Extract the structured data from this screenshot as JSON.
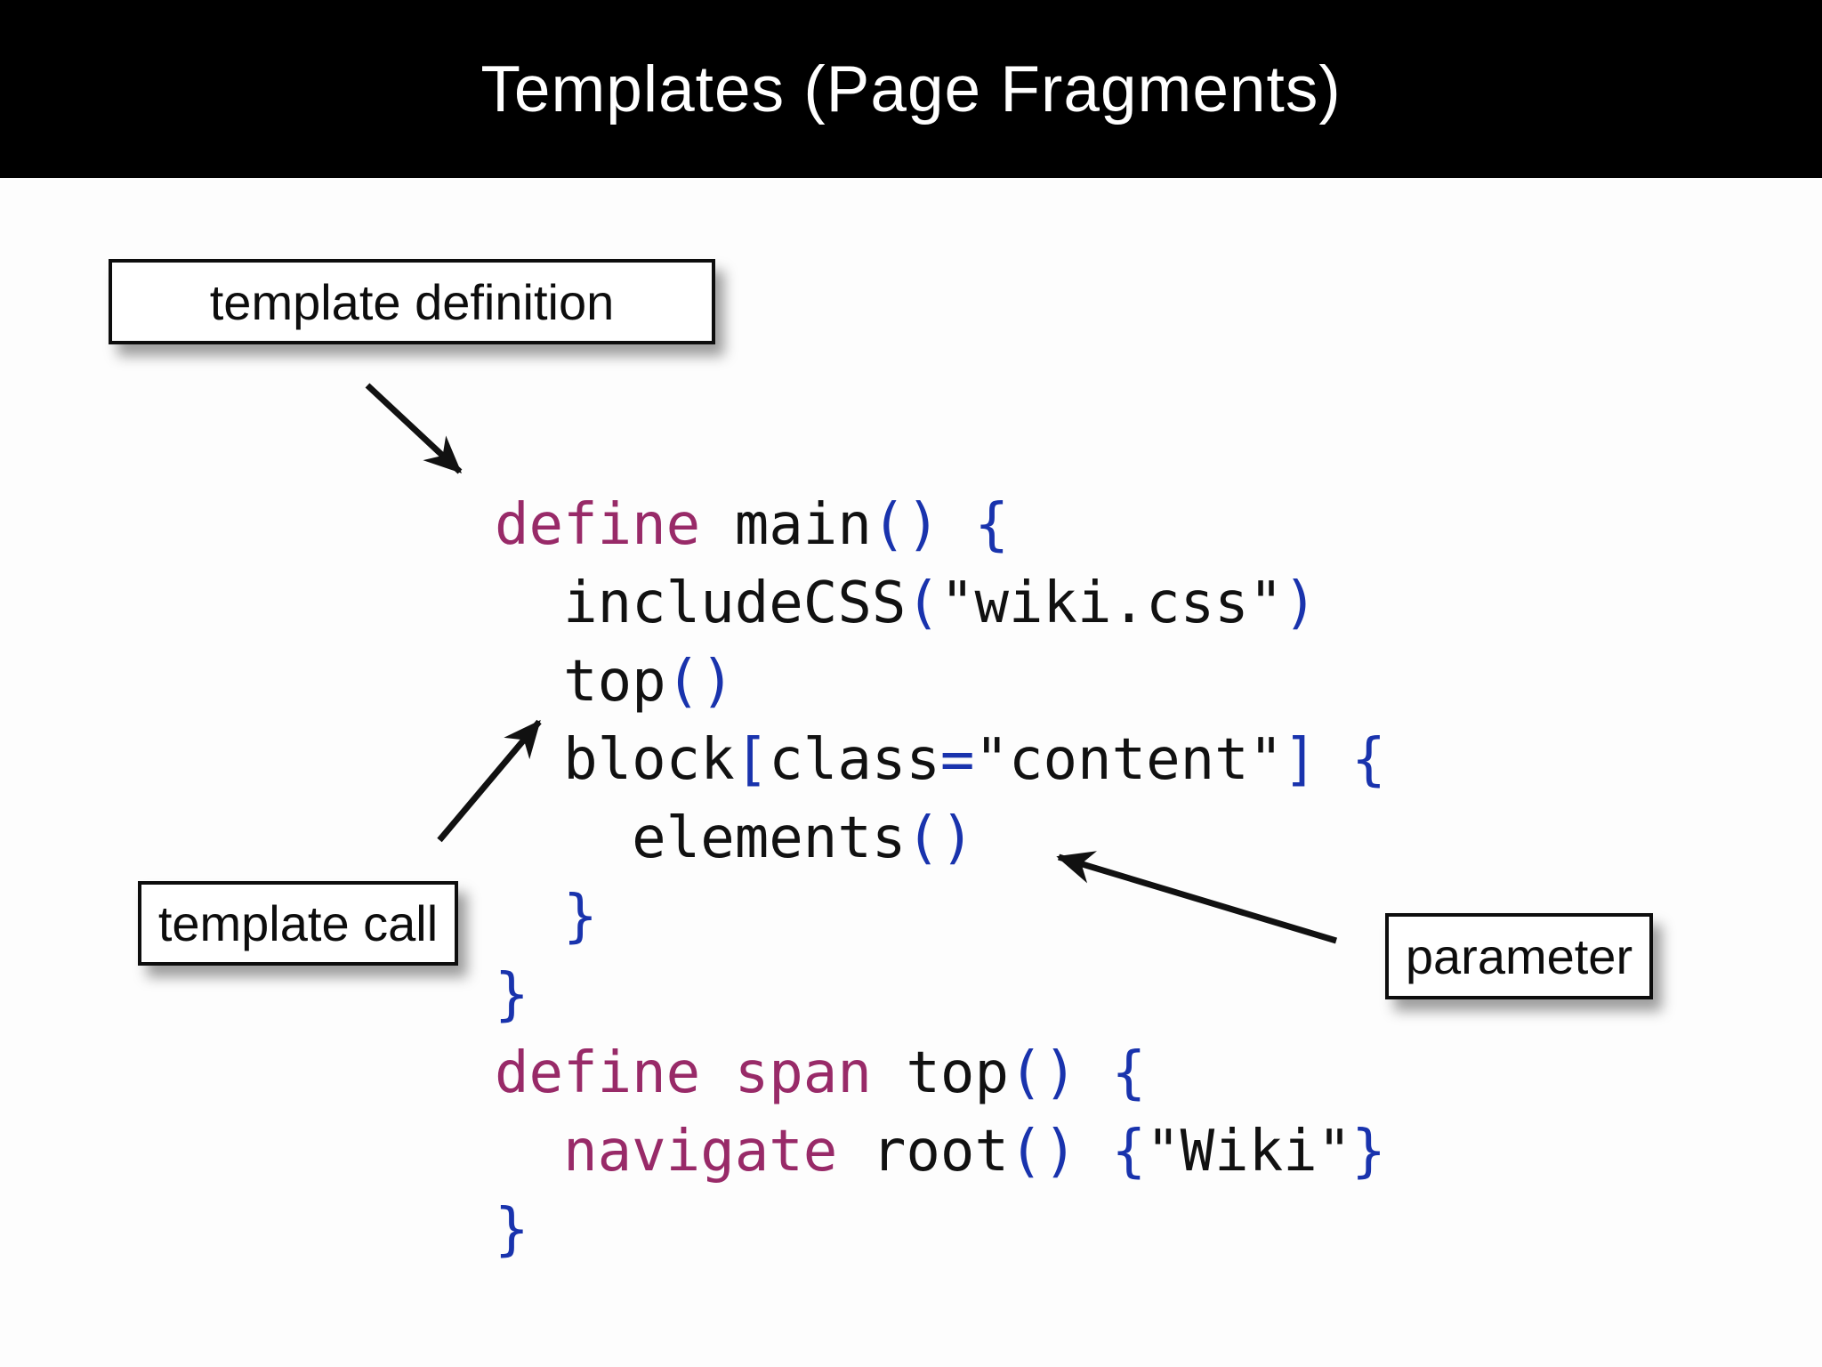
{
  "title": "Templates (Page Fragments)",
  "colors": {
    "page_bg": "#fdfdfd",
    "header_bg": "#000000",
    "title_text": "#ffffff",
    "code_text": "#111111",
    "keyword": "#982a68",
    "punct": "#1933ad",
    "callout_bg": "#ffffff",
    "callout_border": "#0d0d0d",
    "callout_text": "#0d0d0d",
    "arrow": "#111111"
  },
  "callouts": [
    {
      "id": "template-definition",
      "label": "template definition"
    },
    {
      "id": "template-call",
      "label": "template call"
    },
    {
      "id": "parameter",
      "label": "parameter"
    }
  ],
  "code": {
    "language": "template-dsl",
    "lines": [
      [
        {
          "t": "define",
          "c": "keyword"
        },
        {
          "t": " ",
          "c": "plain"
        },
        {
          "t": "main",
          "c": "plain"
        },
        {
          "t": "()",
          "c": "punct"
        },
        {
          "t": " ",
          "c": "plain"
        },
        {
          "t": "{",
          "c": "punct"
        }
      ],
      [
        {
          "t": "  includeCSS",
          "c": "plain"
        },
        {
          "t": "(",
          "c": "punct"
        },
        {
          "t": "\"wiki.css\"",
          "c": "plain"
        },
        {
          "t": ")",
          "c": "punct"
        }
      ],
      [
        {
          "t": "  top",
          "c": "plain"
        },
        {
          "t": "()",
          "c": "punct"
        }
      ],
      [
        {
          "t": "  block",
          "c": "plain"
        },
        {
          "t": "[",
          "c": "punct"
        },
        {
          "t": "class",
          "c": "plain"
        },
        {
          "t": "=",
          "c": "punct"
        },
        {
          "t": "\"content\"",
          "c": "plain"
        },
        {
          "t": "]",
          "c": "punct"
        },
        {
          "t": " ",
          "c": "plain"
        },
        {
          "t": "{",
          "c": "punct"
        }
      ],
      [
        {
          "t": "    elements",
          "c": "plain"
        },
        {
          "t": "()",
          "c": "punct"
        }
      ],
      [
        {
          "t": "  }",
          "c": "punct"
        }
      ],
      [
        {
          "t": "}",
          "c": "punct"
        }
      ],
      [
        {
          "t": "define span",
          "c": "keyword"
        },
        {
          "t": " top",
          "c": "plain"
        },
        {
          "t": "()",
          "c": "punct"
        },
        {
          "t": " ",
          "c": "plain"
        },
        {
          "t": "{",
          "c": "punct"
        }
      ],
      [
        {
          "t": "  navigate",
          "c": "keyword"
        },
        {
          "t": " root",
          "c": "plain"
        },
        {
          "t": "()",
          "c": "punct"
        },
        {
          "t": " ",
          "c": "plain"
        },
        {
          "t": "{",
          "c": "punct"
        },
        {
          "t": "\"Wiki\"",
          "c": "plain"
        },
        {
          "t": "}",
          "c": "punct"
        }
      ],
      [
        {
          "t": "}",
          "c": "punct"
        }
      ]
    ]
  }
}
